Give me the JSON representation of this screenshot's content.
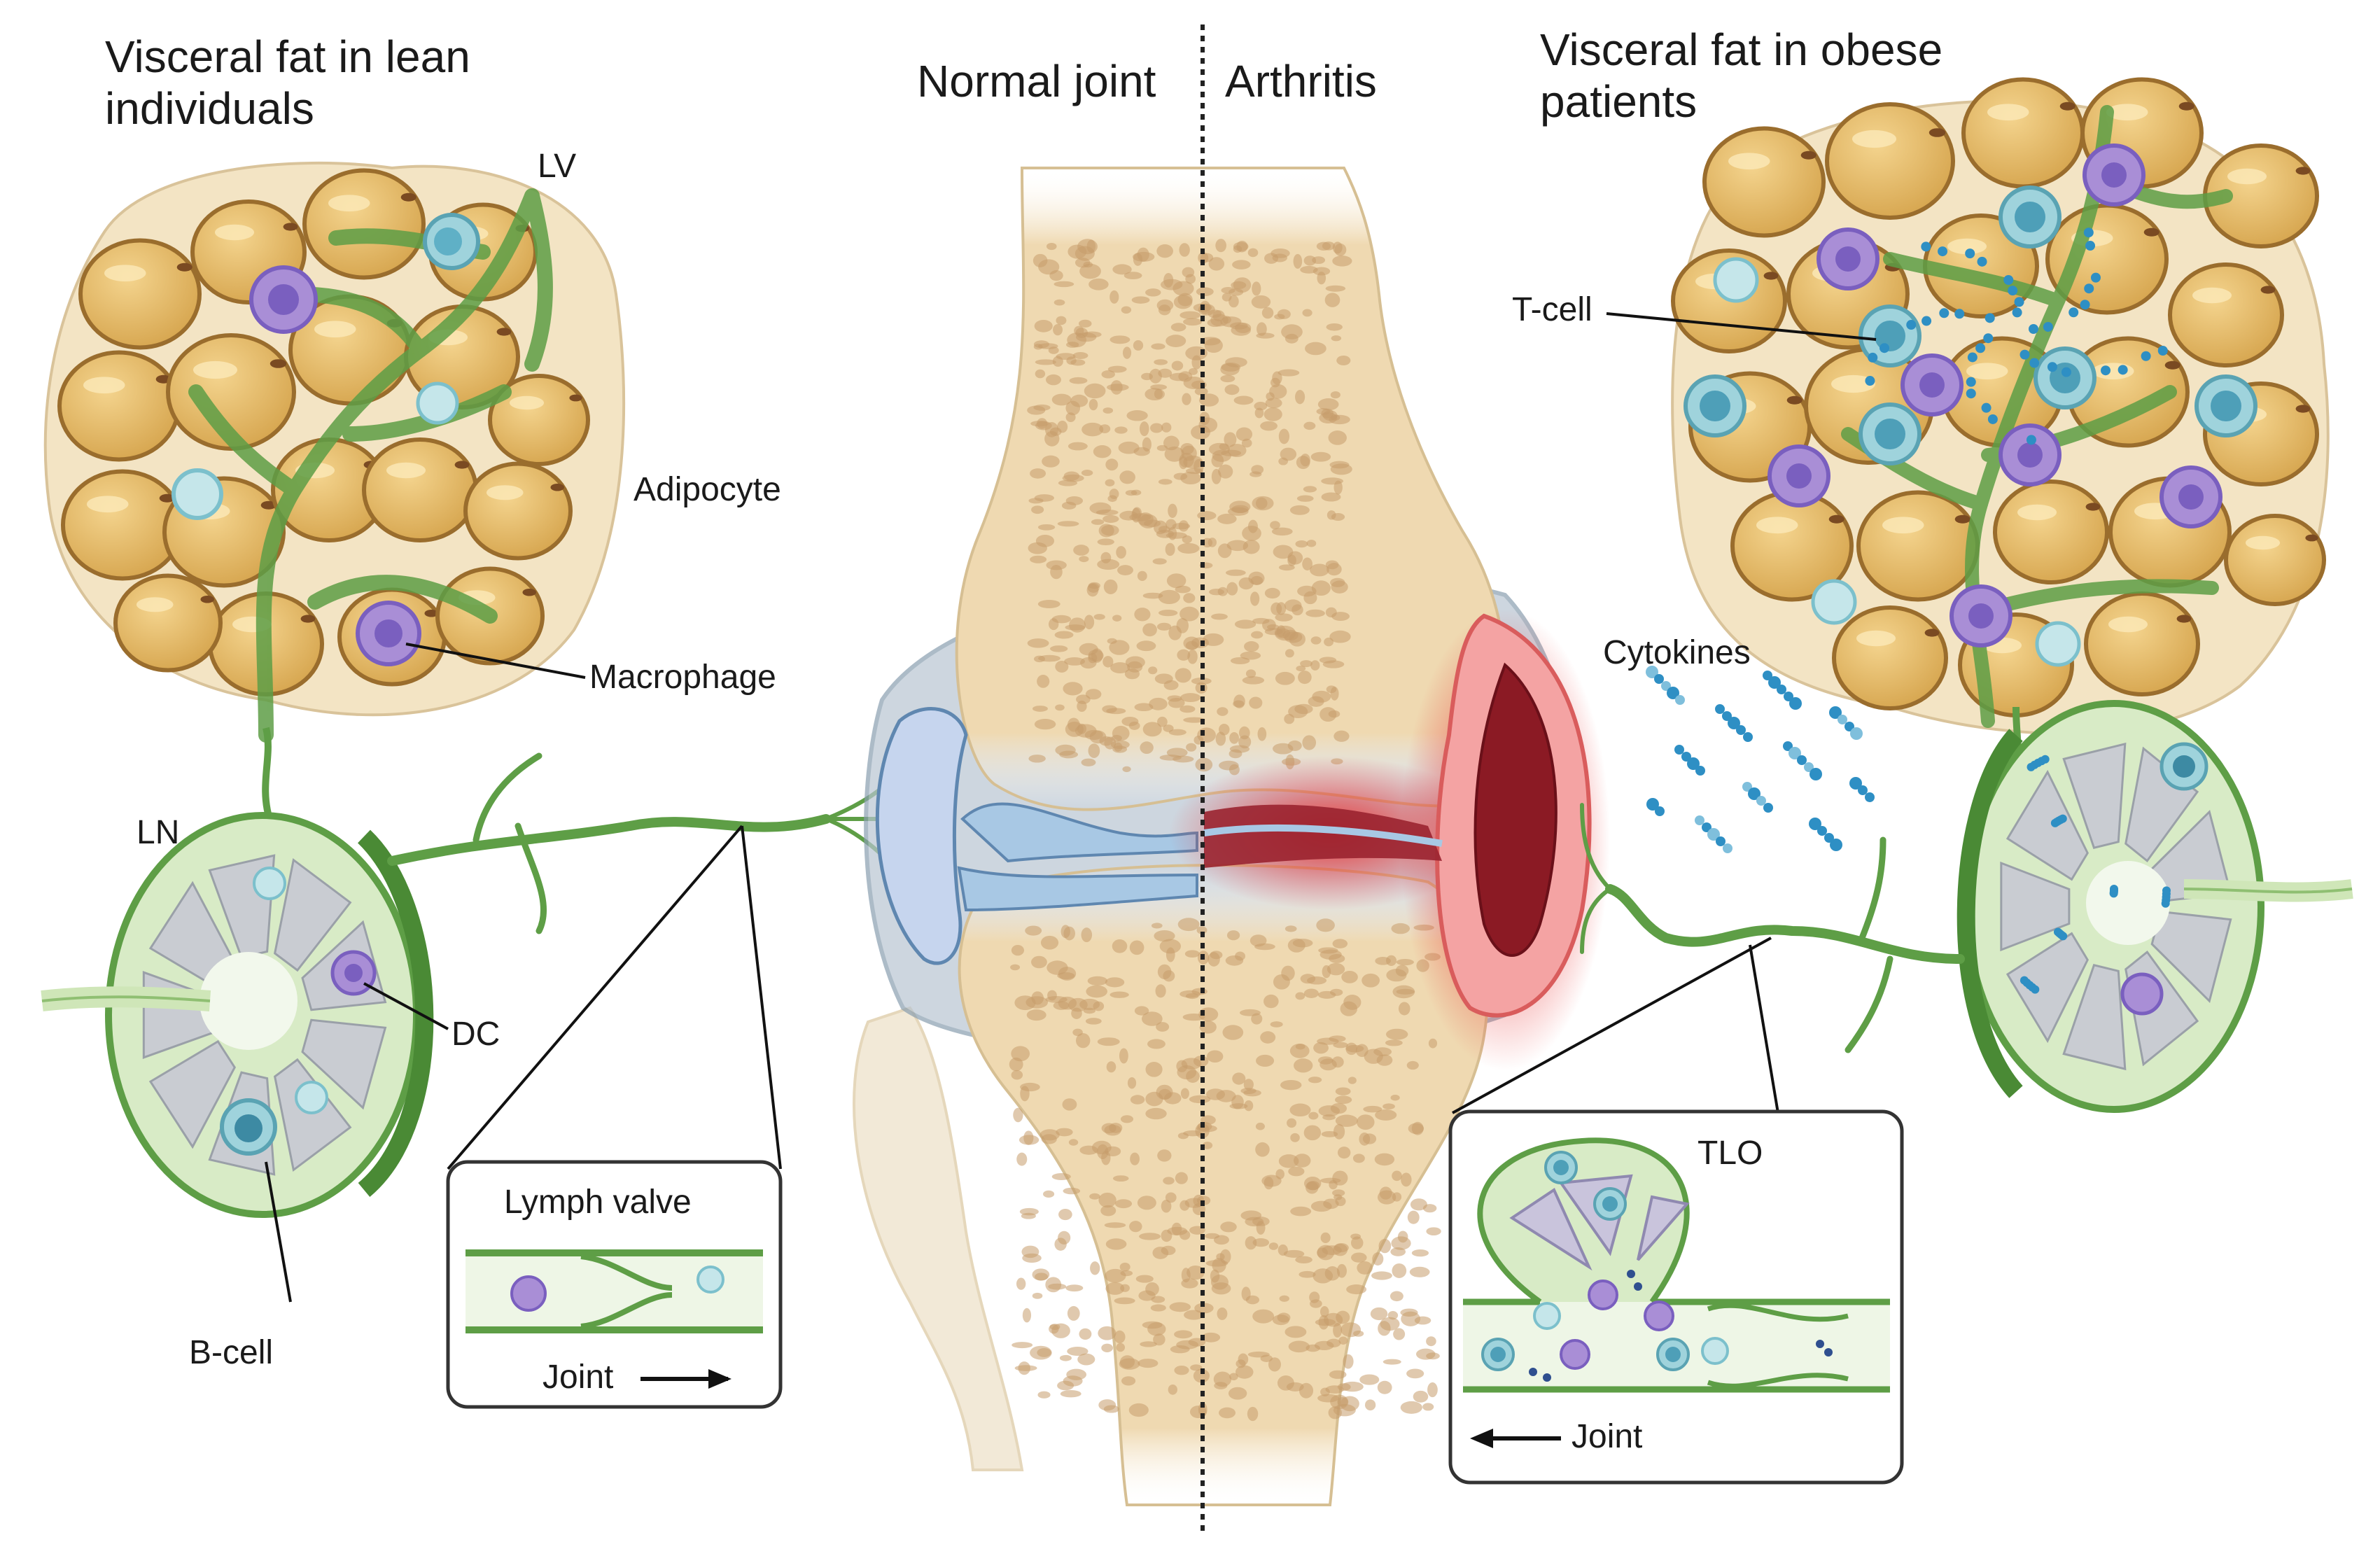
{
  "headings": {
    "lean_fat": "Visceral fat in lean individuals",
    "normal_joint": "Normal joint",
    "arthritis": "Arthritis",
    "obese_fat": "Visceral fat in obese patients"
  },
  "labels": {
    "lv": "LV",
    "adipocyte": "Adipocyte",
    "macrophage": "Macrophage",
    "ln": "LN",
    "dc": "DC",
    "b_cell": "B-cell",
    "t_cell": "T-cell",
    "cytokines": "Cytokines"
  },
  "inset_valve": {
    "title": "Lymph valve",
    "direction_label": "Joint"
  },
  "inset_tlo": {
    "title": "TLO",
    "direction_label": "Joint"
  },
  "colors": {
    "adipocyte_fill": "#e3b864",
    "adipocyte_stroke": "#9a6d2d",
    "vessel_green": "#5e9e46",
    "node_green": "#d8ebc6",
    "bone": "#f0dcb4",
    "cartilage": "#a8c8e4",
    "inflammation": "#e03a3a",
    "macrophage": "#a98ed6",
    "t_cell": "#9fd3dc",
    "cytokine": "#2e8fc4"
  }
}
